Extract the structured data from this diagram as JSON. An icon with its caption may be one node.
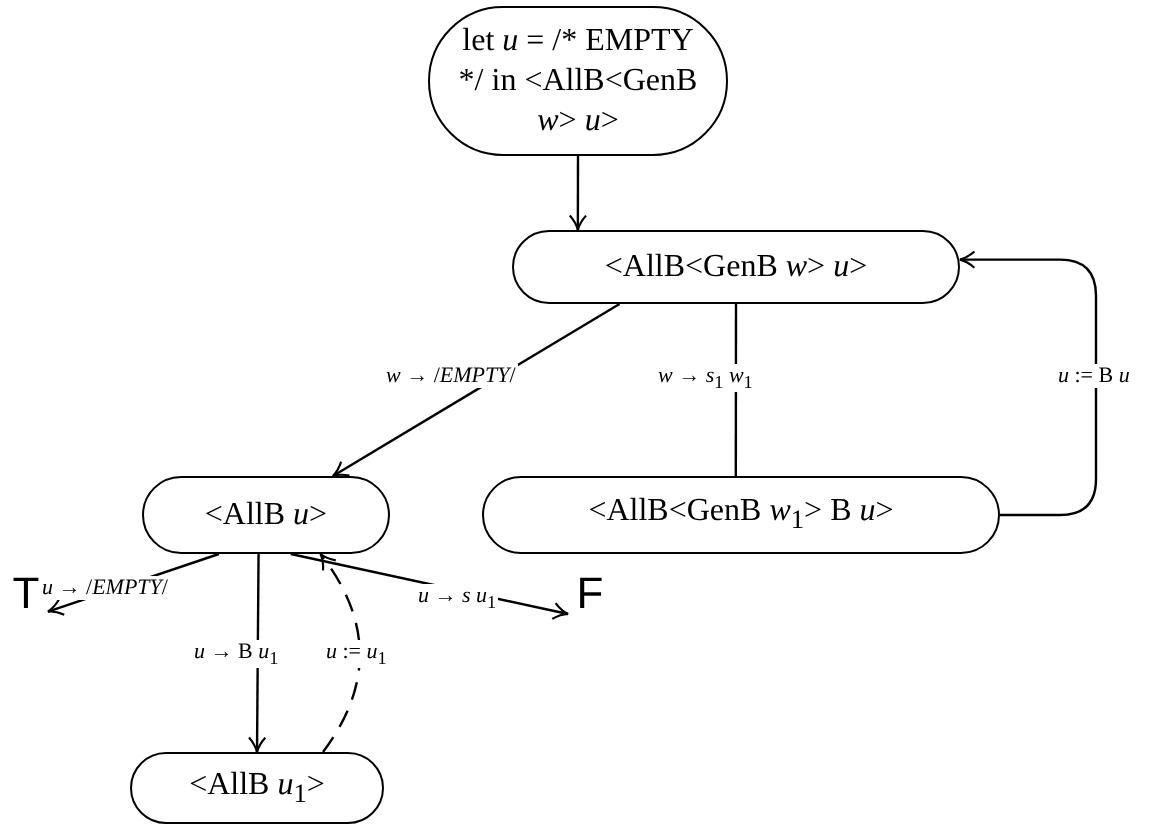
{
  "diagram": {
    "nodes": [
      {
        "text": [
          "let *u* = /* EMPTY */ in <AllB<GenB *w*> *u*>"
        ]
      },
      {
        "text": [
          "<AllB<GenB *w*> *u*>"
        ]
      },
      {
        "text": [
          "<AllB *u*>"
        ]
      },
      {
        "text": [
          "<AllB<GenB *w*$_{1}$> B *u*>"
        ]
      },
      {
        "text": [
          "T"
        ]
      },
      {
        "text": [
          "F"
        ]
      },
      {
        "text": [
          "<AllB *u*$_{1}$>"
        ]
      }
    ],
    "edges": [
      {
        "from": 0,
        "to": 1,
        "arrow": "to"
      },
      {
        "from": 1,
        "to": 2,
        "arrow": "to",
        "label": "*w* → /*EMPTY*/"
      },
      {
        "from": 1,
        "to": 3,
        "arrow": "none",
        "label": "*w* → *s*$_{1}$ *w*$_{1}$"
      },
      {
        "from": 3,
        "to": 1,
        "arrow": "to",
        "label": "*u* := B *u*"
      },
      {
        "from": 2,
        "to": 4,
        "arrow": "to",
        "label": "*u* → /*EMPTY*/"
      },
      {
        "from": 2,
        "to": 6,
        "arrow": "to",
        "label": "*u* → B *u*$_{1}$"
      },
      {
        "from": 6,
        "to": 2,
        "arrow": "to",
        "label": "*u* := *u*$_{1}$",
        "style": "dashed"
      },
      {
        "from": 2,
        "to": 5,
        "arrow": "to",
        "label": "*u* → *s* *u*$_{1}$"
      }
    ]
  }
}
